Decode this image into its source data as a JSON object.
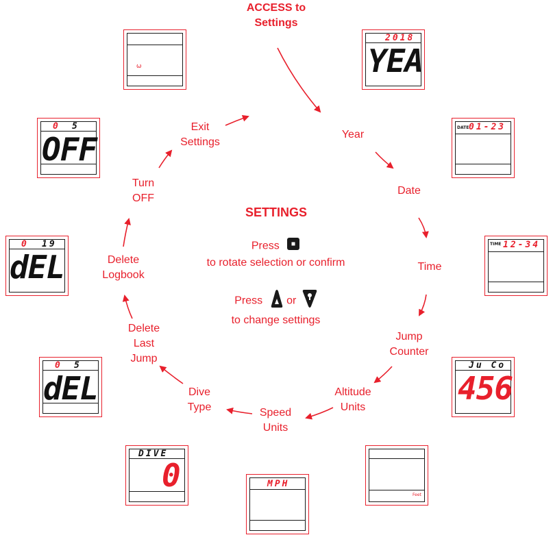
{
  "colors": {
    "accent": "#e8202c",
    "ink": "#1a1a1a"
  },
  "access": {
    "line1": "ACCESS to",
    "line2": "Settings"
  },
  "center": {
    "title": "SETTINGS",
    "press1_prefix": "Press",
    "press1_icon": "square-button-icon",
    "press1_desc": "to rotate selection or confirm",
    "press2_prefix": "Press",
    "press2_icon_up": "up-button-icon",
    "press2_or": "or",
    "press2_icon_down": "down-button-icon",
    "press2_desc": "to change settings"
  },
  "steps": {
    "year": "Year",
    "date": "Date",
    "time": "Time",
    "jump_counter": "Jump\nCounter",
    "altitude_units": "Altitude\nUnits",
    "speed_units": "Speed\nUnits",
    "dive_type": "Dive\nType",
    "delete_last_jump": "Delete\nLast\nJump",
    "delete_logbook": "Delete\nLogbook",
    "turn_off": "Turn\nOFF",
    "exit_settings": "Exit\nSettings"
  },
  "screens": {
    "year": {
      "top": "2018",
      "main": "YEA"
    },
    "date": {
      "label": "DATE",
      "top": "01-23"
    },
    "time": {
      "label": "TIME",
      "top": "12-34"
    },
    "jump_counter": {
      "top": "Ju Co",
      "main": "456"
    },
    "altitude_units": {
      "unit": "Feet"
    },
    "speed_units": {
      "top": "MPH"
    },
    "dive_type": {
      "top": "DIVE",
      "main": "0"
    },
    "delete_last_jump": {
      "top_left": "0",
      "top_right": "5",
      "main": "dEL"
    },
    "delete_logbook": {
      "top_left": "0",
      "top_right": "19",
      "main": "dEL"
    },
    "turn_off": {
      "top_left": "0",
      "top_right": "5",
      "main": "OFF"
    },
    "exit_settings": {
      "glyph": "ω"
    }
  }
}
